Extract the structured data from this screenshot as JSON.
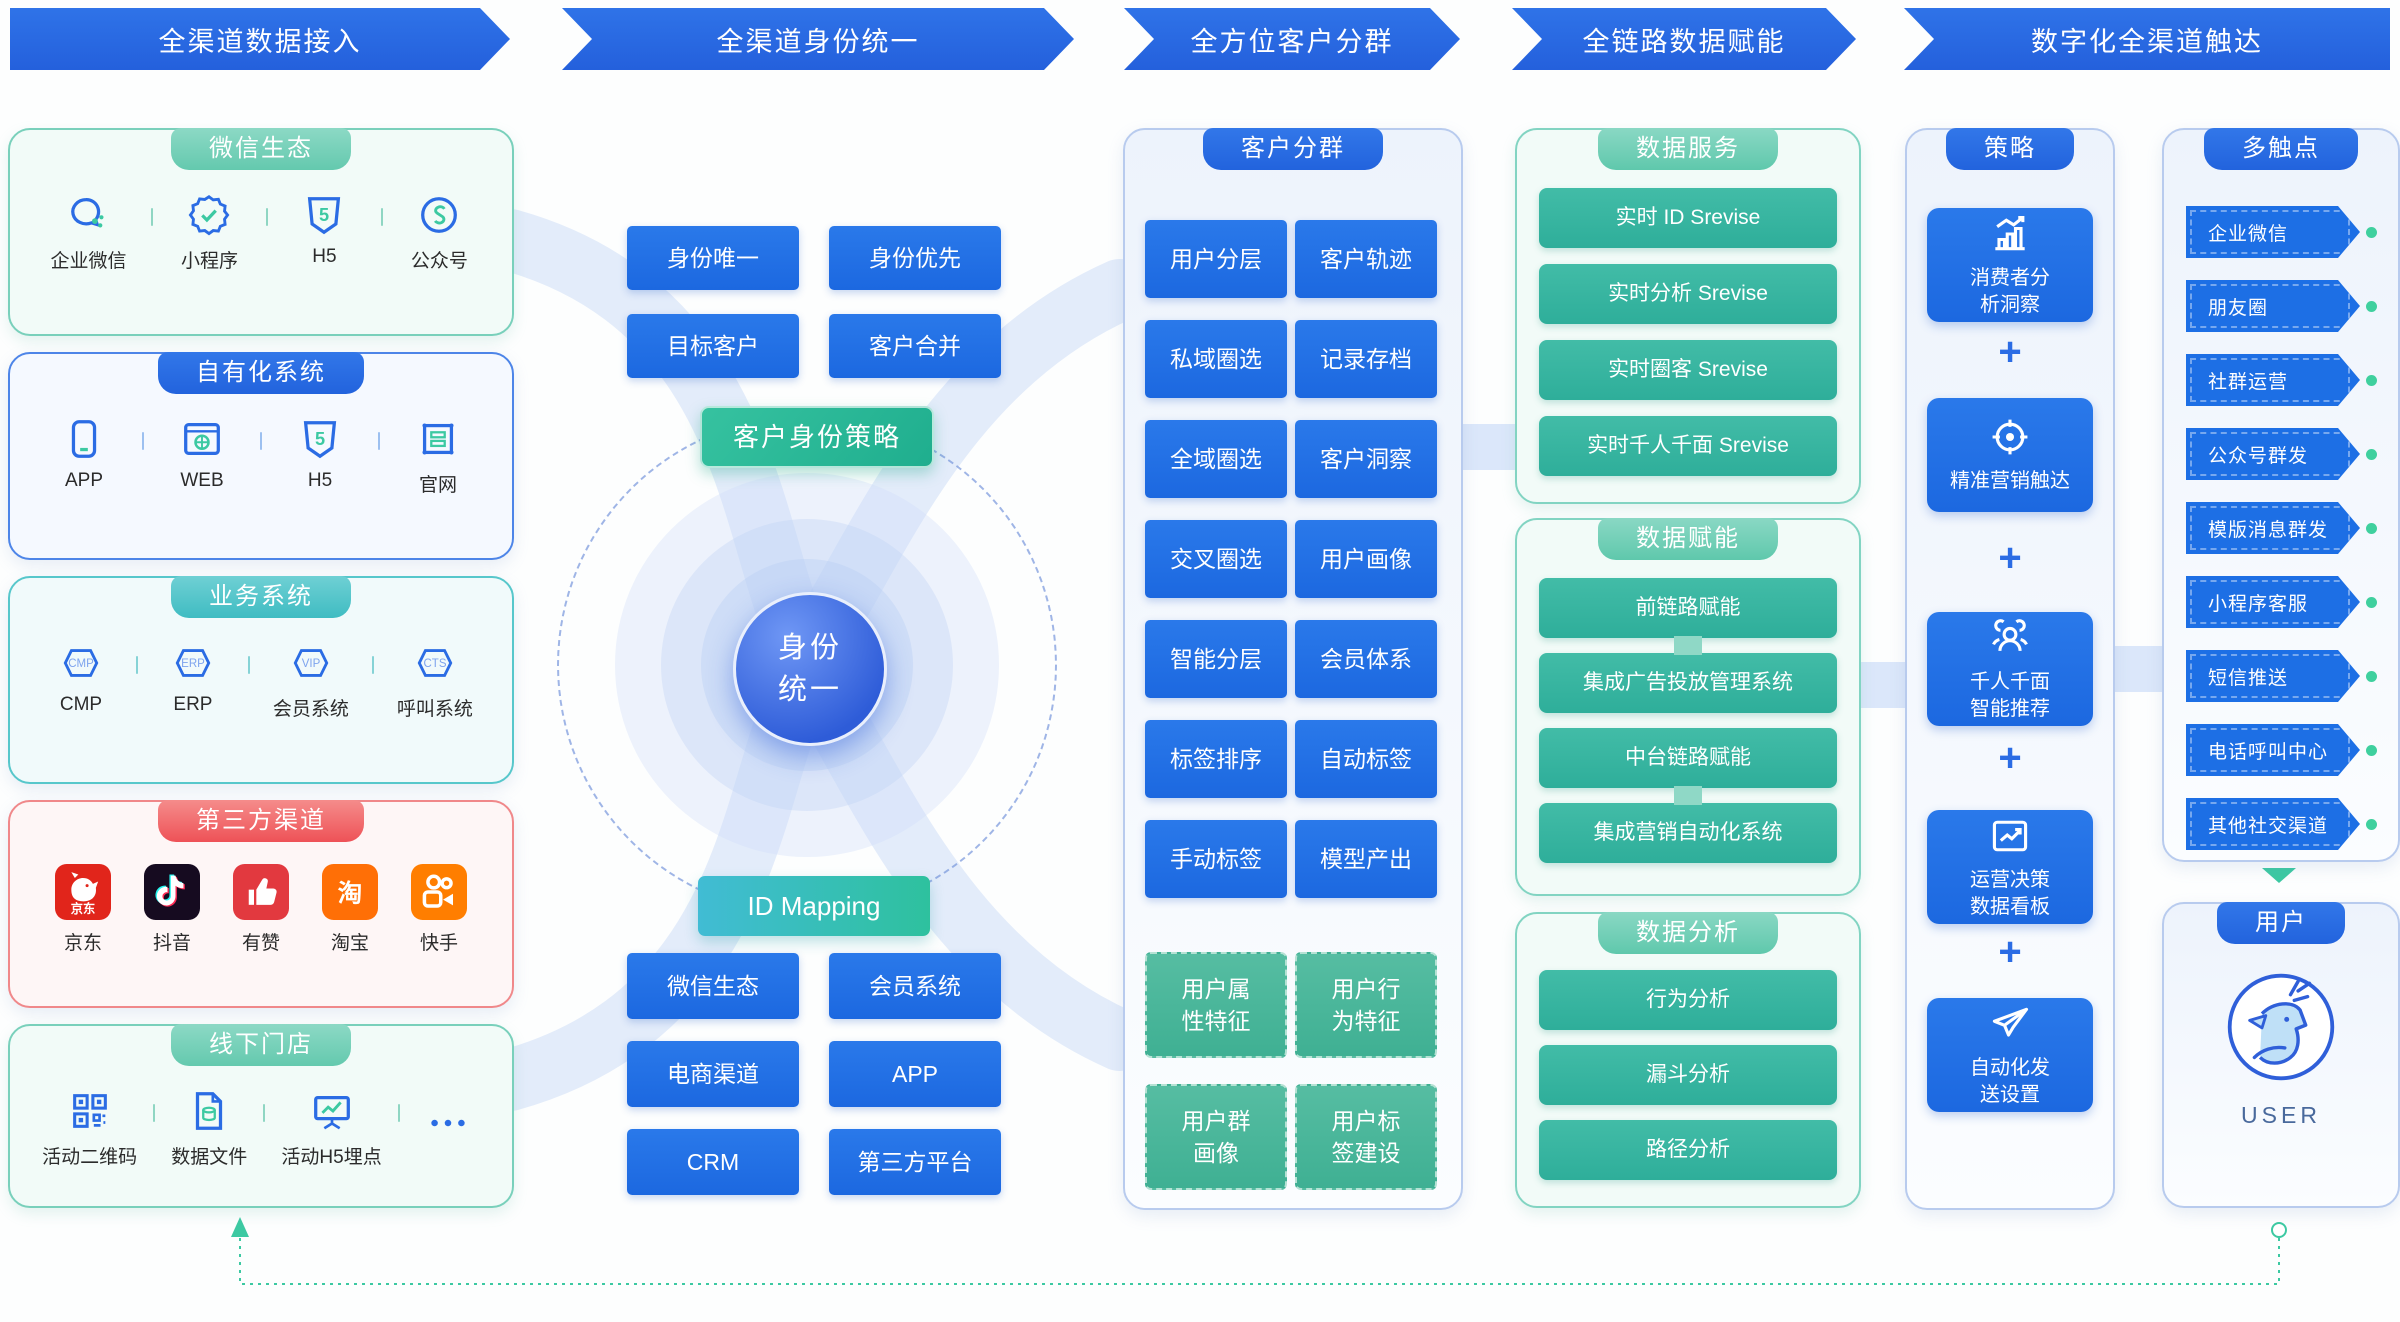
{
  "header_flow": [
    {
      "label": "全渠道数据接入"
    },
    {
      "label": "全渠道身份统一"
    },
    {
      "label": "全方位客户分群"
    },
    {
      "label": "全链路数据赋能"
    },
    {
      "label": "数字化全渠道触达"
    }
  ],
  "source_panels": [
    {
      "title": "微信生态",
      "theme": "mint",
      "items": [
        {
          "label": "企业微信",
          "icon": "wecom-icon"
        },
        {
          "label": "小程序",
          "icon": "miniprogram-icon"
        },
        {
          "label": "H5",
          "icon": "h5-icon"
        },
        {
          "label": "公众号",
          "icon": "official-account-icon"
        }
      ]
    },
    {
      "title": "自有化系统",
      "theme": "blue",
      "items": [
        {
          "label": "APP",
          "icon": "app-icon"
        },
        {
          "label": "WEB",
          "icon": "web-icon"
        },
        {
          "label": "H5",
          "icon": "h5-icon"
        },
        {
          "label": "官网",
          "icon": "website-icon"
        }
      ]
    },
    {
      "title": "业务系统",
      "theme": "cyan",
      "items": [
        {
          "label": "CMP",
          "icon": "hex-cmp-icon",
          "badge": "CMP"
        },
        {
          "label": "ERP",
          "icon": "hex-erp-icon",
          "badge": "ERP"
        },
        {
          "label": "会员系统",
          "icon": "hex-vip-icon",
          "badge": "VIP"
        },
        {
          "label": "呼叫系统",
          "icon": "hex-cts-icon",
          "badge": "CTS"
        }
      ]
    },
    {
      "title": "第三方渠道",
      "theme": "red",
      "items": [
        {
          "label": "京东",
          "icon": "jd-app-icon"
        },
        {
          "label": "抖音",
          "icon": "douyin-app-icon"
        },
        {
          "label": "有赞",
          "icon": "youzan-app-icon"
        },
        {
          "label": "淘宝",
          "icon": "taobao-app-icon"
        },
        {
          "label": "快手",
          "icon": "kuaishou-app-icon"
        }
      ]
    },
    {
      "title": "线下门店",
      "theme": "mint",
      "items": [
        {
          "label": "活动二维码",
          "icon": "qrcode-icon"
        },
        {
          "label": "数据文件",
          "icon": "data-file-icon"
        },
        {
          "label": "活动H5埋点",
          "icon": "h5-tracking-icon"
        },
        {
          "label": "",
          "icon": "ellipsis-icon"
        }
      ]
    }
  ],
  "identity": {
    "top_buttons": [
      "身份唯一",
      "身份优先",
      "目标客户",
      "客户合并"
    ],
    "strategy_label": "客户身份策略",
    "center_label": "身份\n统一",
    "mapping_label": "ID Mapping",
    "bottom_buttons": [
      "微信生态",
      "会员系统",
      "电商渠道",
      "APP",
      "CRM",
      "第三方平台"
    ]
  },
  "segmentation": {
    "title": "客户分群",
    "buttons": [
      "用户分层",
      "客户轨迹",
      "私域圈选",
      "记录存档",
      "全域圈选",
      "客户洞察",
      "交叉圈选",
      "用户画像",
      "智能分层",
      "会员体系",
      "标签排序",
      "自动标签",
      "手动标签",
      "模型产出"
    ],
    "feature_buttons": [
      "用户属\n性特征",
      "用户行\n为特征",
      "用户群\n画像",
      "用户标\n签建设"
    ]
  },
  "enablement": [
    {
      "title": "数据服务",
      "items": [
        "实时 ID Srevise",
        "实时分析 Srevise",
        "实时圈客 Srevise",
        "实时千人千面 Srevise"
      ],
      "linked_pairs": []
    },
    {
      "title": "数据赋能",
      "items": [
        "前链路赋能",
        "集成广告投放管理系统",
        "中台链路赋能",
        "集成营销自动化系统"
      ],
      "linked_pairs": [
        [
          0,
          1
        ],
        [
          2,
          3
        ]
      ]
    },
    {
      "title": "数据分析",
      "items": [
        "行为分析",
        "漏斗分析",
        "路径分析"
      ],
      "linked_pairs": []
    }
  ],
  "strategy": {
    "title": "策略",
    "plus": "+",
    "steps": [
      {
        "label": "消费者分\n析洞察",
        "icon": "audience-chart-icon"
      },
      {
        "label": "精准营销触达",
        "icon": "target-icon"
      },
      {
        "label": "千人千面\n智能推荐",
        "icon": "people-group-icon"
      },
      {
        "label": "运营决策\n数据看板",
        "icon": "dashboard-chart-icon"
      },
      {
        "label": "自动化发\n送设置",
        "icon": "send-plane-icon"
      }
    ]
  },
  "touchpoints": {
    "title": "多触点",
    "items": [
      "企业微信",
      "朋友圈",
      "社群运营",
      "公众号群发",
      "模版消息群发",
      "小程序客服",
      "短信推送",
      "电话呼叫中心",
      "其他社交渠道"
    ]
  },
  "user_panel": {
    "title": "用户",
    "label": "USER",
    "icon": "deer-avatar-icon"
  },
  "colors": {
    "primary_blue": "#2b6ce4",
    "button_blue": "#1d6fe5",
    "teal": "#35b5a0",
    "mint": "#6fceb9",
    "cyan": "#4cc5c9",
    "red": "#f15c5e",
    "green_dot": "#3fd09e",
    "loop_teal": "#3cc9a2"
  }
}
